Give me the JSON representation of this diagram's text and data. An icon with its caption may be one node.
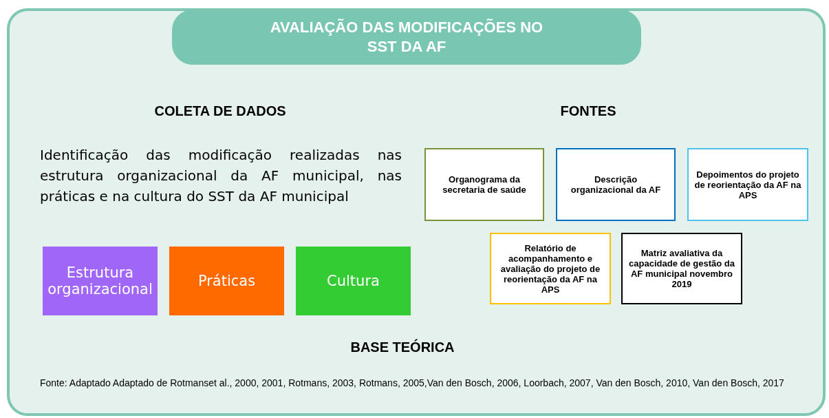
{
  "diagram": {
    "caption": "Fonte: Adaptado Adaptado de Rotmanset al., 2000, 2001, Rotmans, 2003, Rotmans, 2005,Van den Bosch, 2006, Loorbach, 2007, Van den Bosch, 2010, Van den Bosch, 2017",
    "nodes": [
      {
        "text": [
          "AVALIAÇÃO DAS MODIFICAÇÕES NO SST DA AF"
        ]
      },
      {
        "text": [
          "Estrutura organizacional"
        ]
      },
      {
        "text": [
          "Práticas"
        ]
      },
      {
        "text": [
          "Cultura"
        ]
      },
      {
        "text": [
          "Organograma da secretaria de saúde"
        ]
      },
      {
        "text": [
          "Descrição organizacional da AF"
        ]
      },
      {
        "text": [
          "Depoimentos do projeto de reorientação da AF na APS"
        ]
      },
      {
        "text": [
          "Relatório de acompanhamento e avaliação do projeto de reorientação da AF na APS"
        ]
      },
      {
        "text": [
          "Matriz avaliativa da capacidade de gestão da AF municipal novembro 2019"
        ]
      }
    ],
    "edges": [],
    "labels": [
      "COLETA DE DADOS",
      "FONTES",
      "Identificação das modificação realizadas nas estrutura organizacional da AF municipal, nas práticas e na cultura do SST da AF municipal",
      "BASE TEÓRICA"
    ]
  }
}
